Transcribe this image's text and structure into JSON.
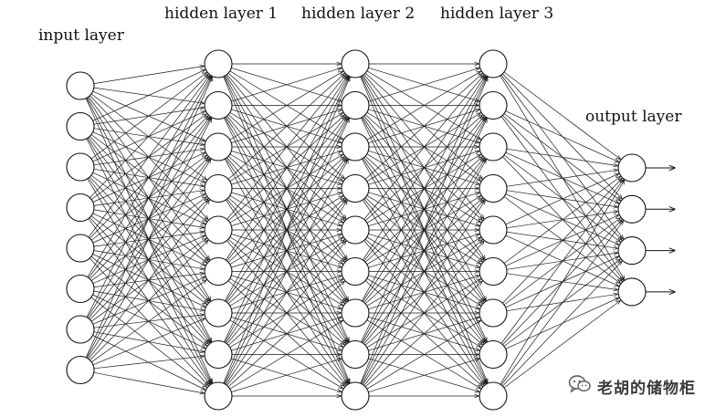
{
  "diagram": {
    "layers": [
      {
        "label": "input layer",
        "neuron_count": 8
      },
      {
        "label": "hidden layer 1",
        "neuron_count": 9
      },
      {
        "label": "hidden layer 2",
        "neuron_count": 9
      },
      {
        "label": "hidden layer 3",
        "neuron_count": 9
      },
      {
        "label": "output layer",
        "neuron_count": 4
      }
    ],
    "connectivity": "fully-connected",
    "outputs_have_arrows": true
  },
  "watermark": {
    "text": "老胡的储物柜",
    "icon": "wechat-icon"
  },
  "colors": {
    "background": "#ffffff",
    "stroke": "#111111",
    "watermark_text": "#3b3b3b"
  }
}
